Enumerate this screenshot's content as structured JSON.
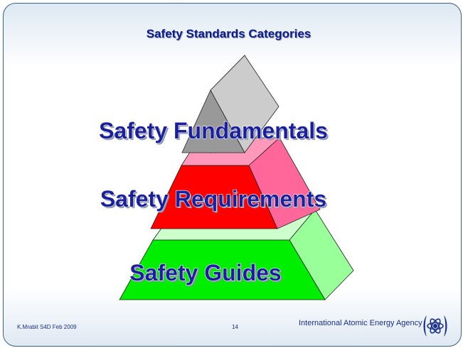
{
  "slide": {
    "title": "Safety Standards Categories",
    "footer_author": "K.Mrabit  S4D Feb 2009",
    "page_number": "14",
    "organization": "International Atomic Energy Agency"
  },
  "diagram": {
    "levels": [
      {
        "label": "Safety Fundamentals",
        "colors": {
          "left": "#999999",
          "right": "#cccccc"
        }
      },
      {
        "label": "Safety Requirements",
        "colors": {
          "front": "#ff0000",
          "side": "#ff6699",
          "top": "#ff99bb"
        }
      },
      {
        "label": "Safety Guides",
        "colors": {
          "front": "#00ee00",
          "side": "#99ff99",
          "top": "#ccffcc"
        }
      }
    ]
  },
  "icons": {
    "logo": "iaea-logo-icon"
  }
}
